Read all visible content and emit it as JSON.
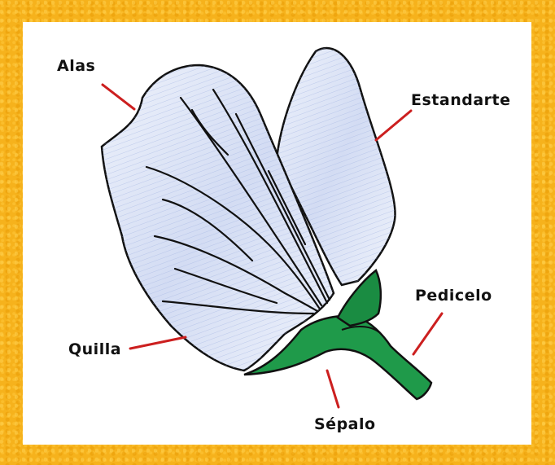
{
  "labels": {
    "alas": "Alas",
    "estandarte": "Estandarte",
    "pedicelo": "Pedicelo",
    "quilla": "Quilla",
    "sepalo": "Sépalo"
  },
  "colors": {
    "frame": "#f6b21c",
    "petal_fill": "#dde6f6",
    "petal_shade": "#aab8e4",
    "outline": "#111111",
    "leader": "#cc1f1f",
    "sepal": "#1f9a4a",
    "sepal_dark": "#137a35"
  }
}
